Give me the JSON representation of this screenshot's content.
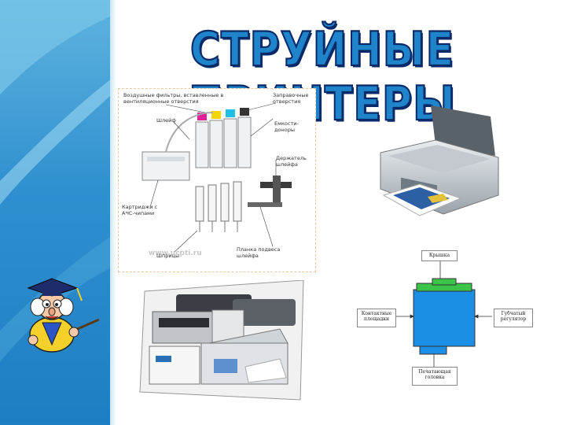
{
  "title": "СТРУЙНЫЕ ПРИНТЕРЫ",
  "cartridge_diagram": {
    "labels": {
      "air": "Воздушные фильтры, вставленные в вентиляционные отверстия",
      "fill": "Заправочные отверстия",
      "hose": "Шлейф",
      "tanks": "Емкости-доноры",
      "holder": "Держатель шлейфа",
      "cartridges": "Картриджи с АЧС-чипами",
      "syringe": "Шприцы",
      "plate": "Планка подвеса шлейфа",
      "watermark": "www.ucpti.ru"
    }
  },
  "head_schematic": {
    "lid": "Крышка",
    "contacts": "Контактные площадки",
    "sponge": "Губчатый регулятор",
    "head": "Печатающая головка"
  }
}
